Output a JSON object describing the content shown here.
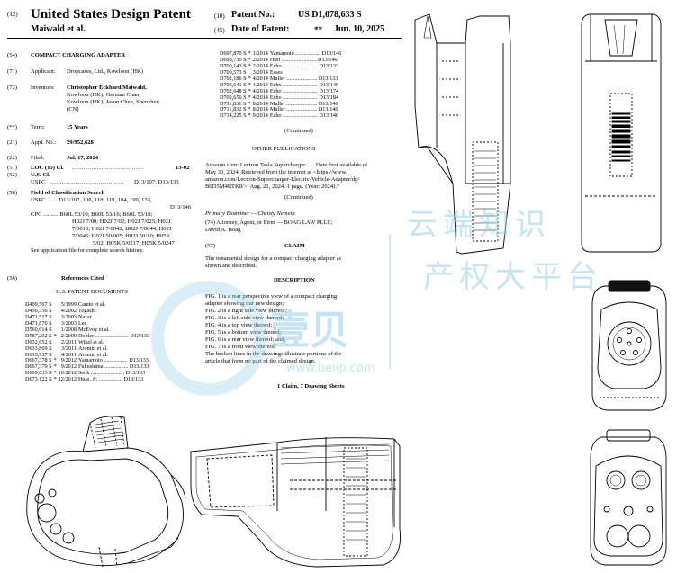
{
  "header": {
    "kind_code": "(12)",
    "title": "United States Design Patent",
    "inventor_short": "Maiwald et al.",
    "patent_no_code": "(10)",
    "patent_no_label": "Patent No.:",
    "patent_no": "US D1,078,633 S",
    "date_code": "(45)",
    "date_label": "Date of Patent:",
    "date_mark": "**",
    "date": "Jun. 10, 2025"
  },
  "left_fields": [
    {
      "code": "(54)",
      "label": "",
      "value": "COMPACT CHARGING ADAPTER"
    },
    {
      "code": "(71)",
      "label": "Applicant:",
      "value": "Dropcases, Ltd., Kowloon (HK)"
    },
    {
      "code": "(72)",
      "label": "Inventors:",
      "lines": [
        "Christopher Eckhard Maiwald,",
        "Kowloon (HK); German Chan,",
        "Kowloon (HK); Jason Chen, Shenzhen",
        "(CN)"
      ]
    },
    {
      "code": "(**)",
      "label": "Term:",
      "value": "15 Years"
    },
    {
      "code": "(21)",
      "label": "Appl. No.:",
      "value": "29/952,628"
    },
    {
      "code": "(22)",
      "label": "Filed:",
      "value": "Jul. 17, 2024"
    },
    {
      "code": "(51)",
      "label": "LOC (15) Cl.",
      "value": "13-02"
    },
    {
      "code": "(52)",
      "label": "U.S. Cl.",
      "sub_label": "USPC",
      "value": "D13/107; D13/133"
    },
    {
      "code": "(58)",
      "label": "Field of Classification Search",
      "lines": [
        "USPC ....... D13/107, 108, 118, 119, 184, 199, 133,",
        "D13/146",
        "CPC .......... B60L 53/10; B60L 53/16; B60L 53/18;",
        "H02J 7/00; H02J 7/02; H02J 7/025; H02J",
        "7/0013; H02J 7/0042; H02J 7/0044; H02J",
        "7/0045; H02J 50/005; H02J 50/10; H05K",
        "5/02; H05K 5/0217; H05K 5/0247",
        "See application file for complete search history."
      ]
    },
    {
      "code": "(56)",
      "label": "References Cited",
      "value": ""
    }
  ],
  "us_patent_docs_title": "U.S. PATENT DOCUMENTS",
  "ref_docs_left": [
    [
      "D409,567 S",
      "",
      "5/1999",
      "Camto et al."
    ],
    [
      "D456,356 S",
      "",
      "4/2002",
      "Togashi"
    ],
    [
      "D471,517 S",
      "",
      "3/2003",
      "Nazar"
    ],
    [
      "D471,870 S",
      "",
      "3/2003",
      "Lee"
    ],
    [
      "D560,614 S",
      "",
      "1/2008",
      "McEvoy et al."
    ],
    [
      "D587,202 S",
      "*",
      "2/2009",
      "Dobler ........................ D13/133"
    ],
    [
      "D632,652 S",
      "",
      "2/2011",
      "Wikel et al."
    ],
    [
      "D633,869 S",
      "",
      "3/2011",
      "Aromin et al."
    ],
    [
      "D635,937 S",
      "",
      "4/2011",
      "Aromin et al."
    ],
    [
      "D667,378 S",
      "*",
      "9/2012",
      "Yamamoto ................. D13/133"
    ],
    [
      "D667,379 S",
      "*",
      "9/2012",
      "Fukushima ................. D13/133"
    ],
    [
      "D669,033 S",
      "*",
      "10/2012",
      "Senk ........................ D13/133"
    ],
    [
      "D673,122 S",
      "*",
      "12/2012",
      "Huss, Jr. ................. D13/133"
    ]
  ],
  "ref_docs_right": [
    [
      "D697,870 S",
      "*",
      "1/2014",
      "Yamamoto .................. D13/146"
    ],
    [
      "D698,730 S",
      "*",
      "2/2014",
      "Hori ......................... D13/146"
    ],
    [
      "D700,143 S",
      "*",
      "2/2014",
      "Echo ......................... D13/133"
    ],
    [
      "D700,573 S",
      "",
      "3/2014",
      "Esses"
    ],
    [
      "D702,186 S",
      "*",
      "4/2014",
      "Muller ...................... D13/133"
    ],
    [
      "D702,641 S",
      "*",
      "4/2014",
      "Echo ......................... D13/146"
    ],
    [
      "D702,648 S",
      "*",
      "4/2014",
      "Echo ......................... D13/174"
    ],
    [
      "D702,656 S",
      "*",
      "4/2014",
      "Echo ......................... D13/184"
    ],
    [
      "D711,831 S",
      "*",
      "8/2014",
      "Muller ...................... D13/146"
    ],
    [
      "D711,832 S",
      "*",
      "8/2014",
      "Muller ...................... D13/146"
    ],
    [
      "D714,225 S",
      "*",
      "9/2014",
      "Echo ......................... D13/146"
    ]
  ],
  "continued_1": "(Continued)",
  "other_publications_title": "OTHER PUBLICATIONS",
  "other_publications": [
    "Amazon.com: Lectron Tesla Supercharger . . . Date first available of",
    "May 30, 2024. Retrieved from the internet at <https://www.",
    "amazon.com/Lectron-Supercharger-Electric-Vehicle-Adapter/dp/",
    "B0D5M4RTK8/>, Aug. 21, 2024. 1 page. (Year: 2024).*"
  ],
  "continued_2": "(Continued)",
  "examiner_line": "Primary Examiner — Christy Nemeth",
  "attorney_lines": [
    "(74) Attorney, Agent, or Firm — BOAG LAW PLLC;",
    "David A. Boag"
  ],
  "claim_code": "(57)",
  "claim_title": "CLAIM",
  "claim_text": [
    "The ornamental design for a compact charging adapter as",
    "shown and described."
  ],
  "description_title": "DESCRIPTION",
  "description_lines": [
    "FIG. 1 is a rear perspective view of a compact charging",
    "adapter showing our new design;",
    "FIG. 2 is a right side view thereof;",
    "FIG. 3 is a left side view thereof;",
    "FIG. 4 is a top view thereof;",
    "FIG. 5 is a bottom view thereof;",
    "FIG. 6 is a rear view thereof; and,",
    "FIG. 7 is a front view thereof.",
    "The broken lines in the drawings illustrate portions of the",
    "article that form no part of the claimed design."
  ],
  "claims_summary": "1 Claim, 7 Drawing Sheets",
  "watermark": {
    "brand": "贝",
    "brand2": "壹贝",
    "url": "www.beiip.com",
    "cn1": "云端知识",
    "cn2": "产权大平台"
  }
}
